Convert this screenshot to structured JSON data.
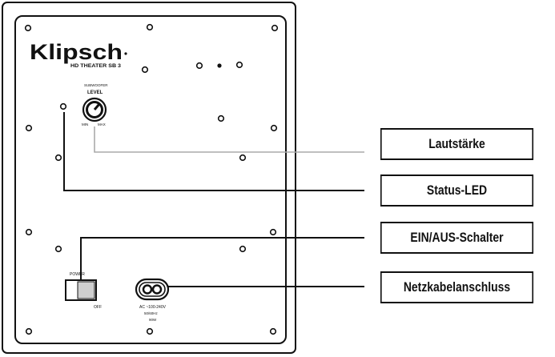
{
  "panel": {
    "brand": "Klipsch",
    "model": "HD THEATER SB 3",
    "knob_top_label": "SUBWOOFER",
    "knob_label": "LEVEL",
    "knob_min": "MIN",
    "knob_max": "MAX",
    "switch_on_label": "POWER",
    "switch_off_label": "OFF",
    "socket_label_1": "AC ~100-240V",
    "socket_label_2": "50/60Hz",
    "socket_label_3": "90W"
  },
  "callouts": {
    "volume": "Lautstärke",
    "status_led": "Status-LED",
    "power_switch": "EIN/AUS-Schalter",
    "power_cord": "Netzkabelanschluss"
  },
  "colors": {
    "line": "#111111",
    "volume_leader": "#aaaaaa",
    "background": "#ffffff"
  }
}
